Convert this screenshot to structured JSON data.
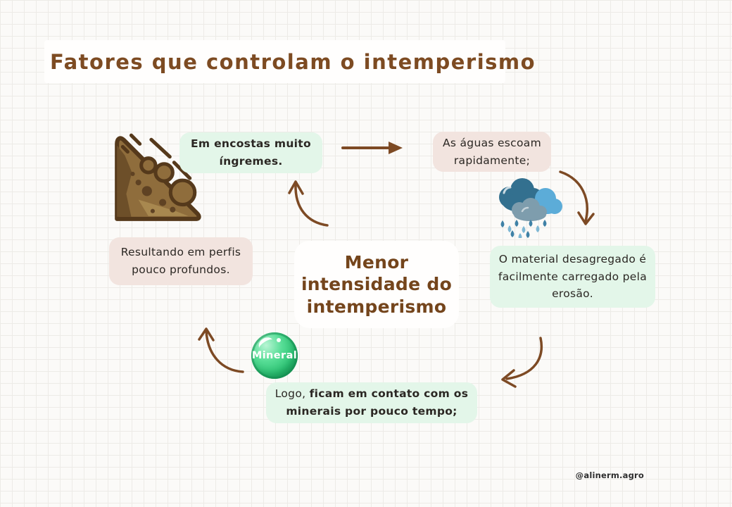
{
  "page": {
    "title": "Fatores que controlam o intemperismo",
    "watermark": "@alinerm.agro"
  },
  "center": {
    "lines": [
      "Menor",
      "intensidade do",
      "intemperismo"
    ]
  },
  "boxes": {
    "steep_slopes": "Em encostas muito íngremes.",
    "runoff": "As águas escoam rapidamente;",
    "eroded": "O material desagregado é facilmente carregado pela erosão.",
    "contact_prefix": "Logo,",
    "contact_emphasis": "ficam em contato com os minerais por pouco tempo;",
    "profiles": "Resultando em perfis pouco profundos."
  },
  "mineral": {
    "label": "Mineral"
  },
  "icons": {
    "landslide": "landslide-illustration",
    "rain_cloud": "rain-cloud-illustration",
    "arrows": [
      "arrow-right",
      "arrow-curve-up-to-steep-slopes",
      "arrow-curve-down-from-runoff",
      "arrow-curve-left-to-contact",
      "arrow-curve-up-from-mineral"
    ]
  },
  "colors": {
    "title_brown": "#7d4b22",
    "arrow_brown": "#7d4a24",
    "center_text_brown": "#74451c",
    "green_box": "#e3f6e9",
    "pink_box": "#f2e4df",
    "mineral_green": "#2cc273",
    "cloud_dark_blue": "#33708f",
    "cloud_light_blue": "#5cacd8",
    "cloud_gray_blue": "#7e9dad",
    "slope_brown": "#8f6d3c",
    "text_dark": "#2b2723"
  }
}
